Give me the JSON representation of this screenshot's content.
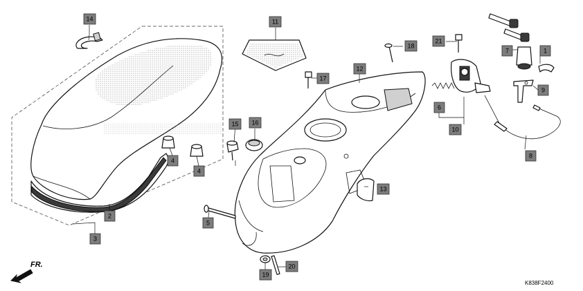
{
  "diagram": {
    "front_indicator": "FR.",
    "code": "K838F2400",
    "callouts": [
      {
        "id": "c1",
        "number": "1"
      },
      {
        "id": "c2",
        "number": "2"
      },
      {
        "id": "c3",
        "number": "3"
      },
      {
        "id": "c4a",
        "number": "4"
      },
      {
        "id": "c4b",
        "number": "4"
      },
      {
        "id": "c5",
        "number": "5"
      },
      {
        "id": "c6",
        "number": "6"
      },
      {
        "id": "c7",
        "number": "7"
      },
      {
        "id": "c8",
        "number": "8"
      },
      {
        "id": "c9",
        "number": "9"
      },
      {
        "id": "c10",
        "number": "10"
      },
      {
        "id": "c11",
        "number": "11"
      },
      {
        "id": "c12",
        "number": "12"
      },
      {
        "id": "c13",
        "number": "13"
      },
      {
        "id": "c14",
        "number": "14"
      },
      {
        "id": "c15",
        "number": "15"
      },
      {
        "id": "c16",
        "number": "16"
      },
      {
        "id": "c17",
        "number": "17"
      },
      {
        "id": "c18",
        "number": "18"
      },
      {
        "id": "c19",
        "number": "19"
      },
      {
        "id": "c20",
        "number": "20"
      },
      {
        "id": "c21",
        "number": "21"
      }
    ],
    "colors": {
      "callout_fill": "#7d7d7d",
      "line": "#111111",
      "background": "#ffffff"
    }
  }
}
